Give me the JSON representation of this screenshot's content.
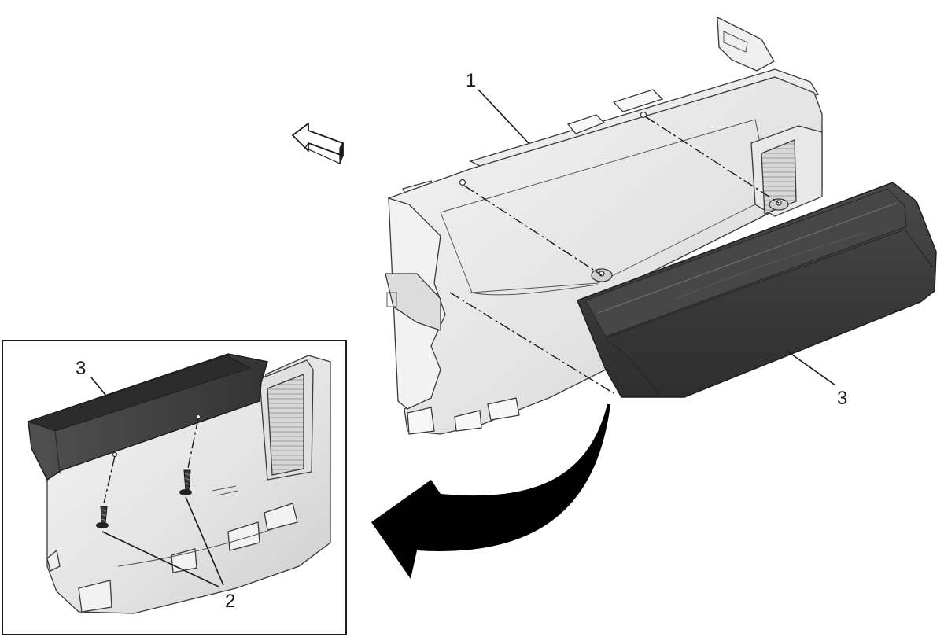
{
  "callouts": {
    "main_1": "1",
    "main_3": "3",
    "detail_3": "3",
    "detail_2": "2"
  },
  "colors": {
    "panel_light": "#e9e9e9",
    "panel_shade": "#cfcfcf",
    "pad_dark": "#3d3d3d",
    "pad_top": "#2a2a2a",
    "arrow_black": "#000000"
  },
  "icons": {
    "direction_arrow": "vehicle-forward-arrow-icon",
    "rotation_arrow": "curved-arrow-icon"
  }
}
